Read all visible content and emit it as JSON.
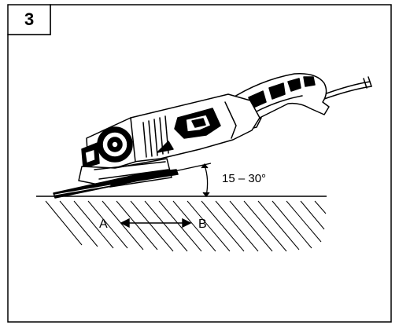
{
  "figure_number": "3",
  "angle_label": "15 – 30°",
  "direction_labels": {
    "start": "A",
    "end": "B"
  },
  "colors": {
    "line": "#000000",
    "background": "#ffffff"
  },
  "icons": {
    "tool": "angle-grinder-icon",
    "motion": "double-arrow-icon",
    "angle": "angle-arc-icon"
  }
}
